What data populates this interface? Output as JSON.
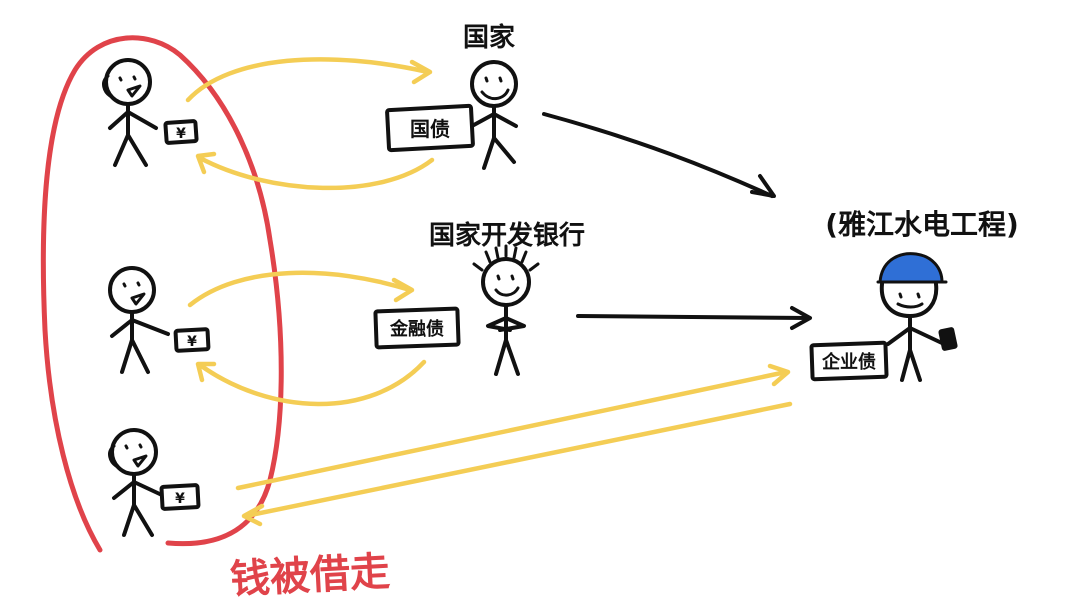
{
  "labels": {
    "state": "国家",
    "cdb": "国家开发银行",
    "project": "(雅江水电工程)",
    "money_borrowed": "钱被借走"
  },
  "cards": {
    "gov_bond": "国债",
    "fin_bond": "金融债",
    "corp_bond": "企业债",
    "coin": "¥"
  },
  "colors": {
    "money_flow": "#F4CD55",
    "ink": "#111111",
    "highlight": "#E0434A",
    "helmet": "#2F6FD6"
  }
}
